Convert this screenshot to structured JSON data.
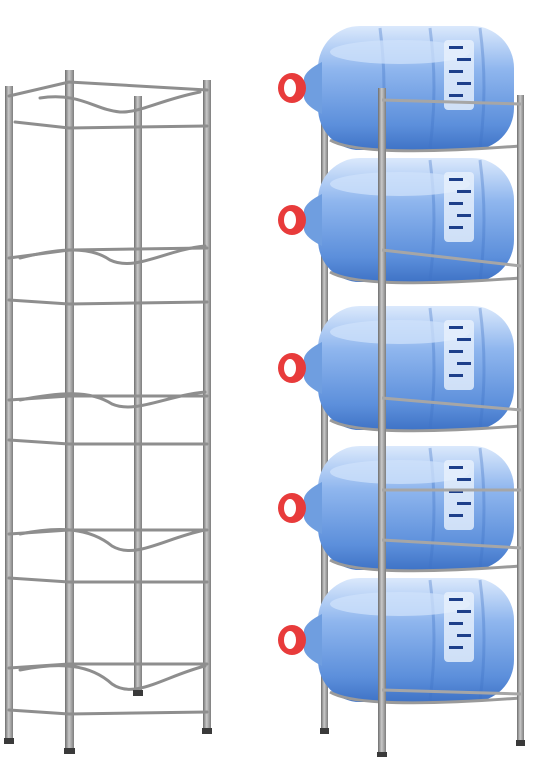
{
  "image": {
    "subject": "water-bottle-rack-product-photo",
    "background_color": "#ffffff"
  },
  "colors": {
    "rack_metal": "#9a9a9a",
    "rack_metal_dark": "#6e6e6e",
    "rack_metal_light": "#c9c9c9",
    "rack_foot": "#3a3a3a",
    "bottle_body": "#6f9ee0",
    "bottle_highlight": "#cfe2fb",
    "bottle_shadow": "#3f73c6",
    "cap": "#e83b3b",
    "cap_band": "#ffffff",
    "label_text": "#1d3f8a"
  },
  "rack_empty": {
    "tiers": 5
  },
  "rack_loaded": {
    "tiers": 5,
    "bottle_count": 5
  }
}
